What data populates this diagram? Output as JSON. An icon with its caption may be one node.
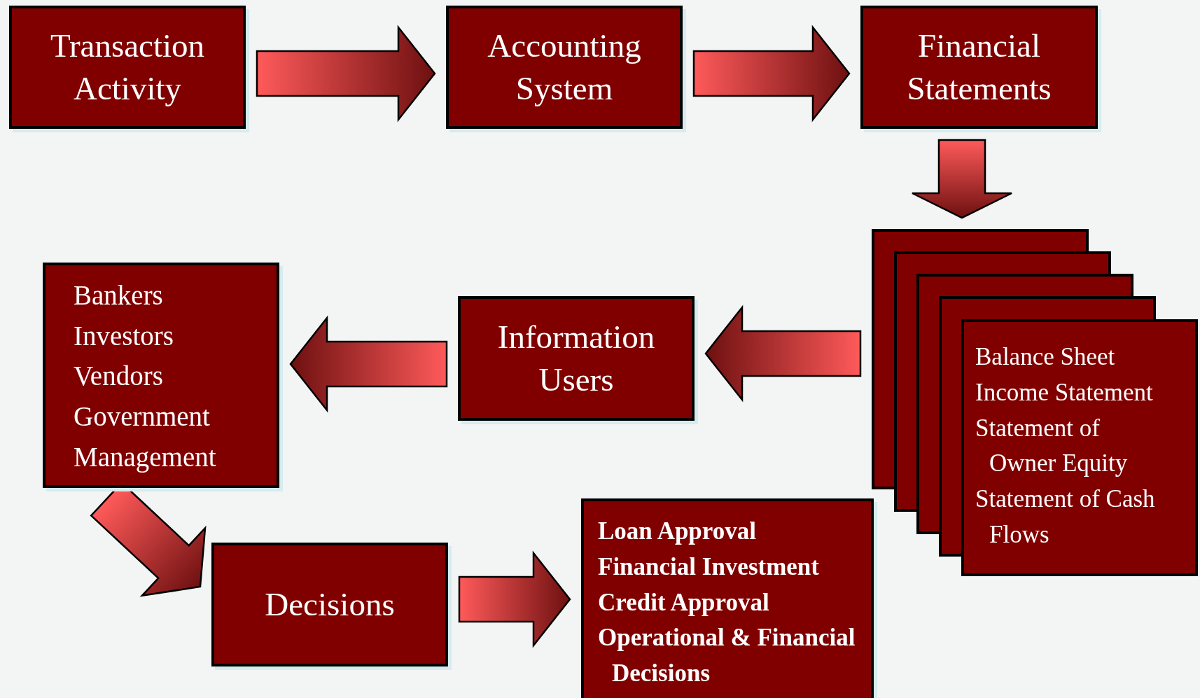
{
  "diagram": {
    "nodes": [
      {
        "text": [
          "Transaction Activity"
        ]
      },
      {
        "text": [
          "Accounting System"
        ]
      },
      {
        "text": [
          "Financial Statements"
        ]
      },
      {
        "text": [
          "Balance Sheet",
          "Income Statement",
          "Statement of Owner Equity",
          "Statement of Cash Flows"
        ]
      },
      {
        "text": [
          "Information Users"
        ]
      },
      {
        "text": [
          "Bankers",
          "Investors",
          "Vendors",
          "Government",
          "Management"
        ]
      },
      {
        "text": [
          "Decisions"
        ]
      },
      {
        "text": [
          "Loan Approval",
          "Financial Investment",
          "Credit Approval",
          "Operational & Financial Decisions"
        ]
      }
    ],
    "edges": [
      {
        "from": 0,
        "to": 1,
        "arrow": "to"
      },
      {
        "from": 1,
        "to": 2,
        "arrow": "to"
      },
      {
        "from": 2,
        "to": 3,
        "arrow": "to"
      },
      {
        "from": 3,
        "to": 4,
        "arrow": "to"
      },
      {
        "from": 4,
        "to": 5,
        "arrow": "to"
      },
      {
        "from": 5,
        "to": 6,
        "arrow": "to"
      },
      {
        "from": 6,
        "to": 7,
        "arrow": "to"
      }
    ]
  }
}
